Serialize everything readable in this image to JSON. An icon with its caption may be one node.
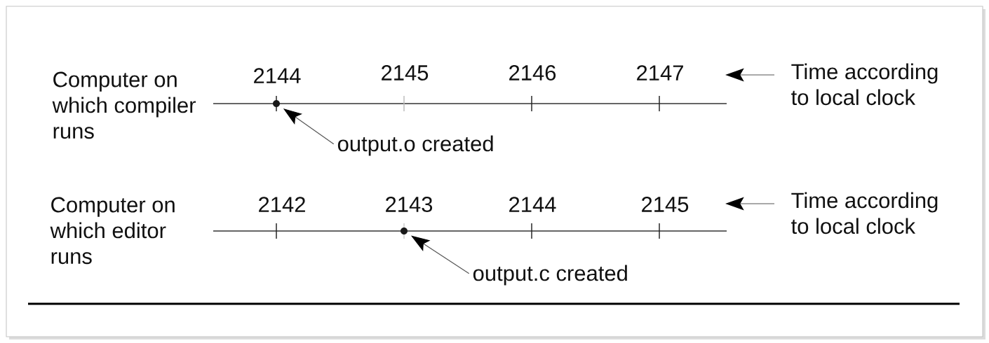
{
  "diagram": {
    "nodes": [
      {
        "text": [
          "Computer on which compiler runs"
        ]
      },
      {
        "text": [],
        "shape": "circle"
      },
      {
        "text": [
          "Time according to local clock"
        ]
      },
      {
        "text": [
          "output.o created"
        ]
      },
      {
        "text": [
          "Computer on which editor runs"
        ]
      },
      {
        "text": [],
        "shape": "circle"
      },
      {
        "text": [
          "Time according to local clock"
        ]
      },
      {
        "text": [
          "output.c created"
        ]
      }
    ],
    "edges": [
      {
        "from": 3,
        "to": 1,
        "arrow": "to"
      },
      {
        "from": 2,
        "to": null,
        "arrow": "to"
      },
      {
        "from": 7,
        "to": 5,
        "arrow": "to"
      },
      {
        "from": 6,
        "to": null,
        "arrow": "to"
      }
    ],
    "labels": [
      "2144",
      "2145",
      "2146",
      "2147",
      "2142",
      "2143",
      "2144",
      "2145"
    ]
  }
}
